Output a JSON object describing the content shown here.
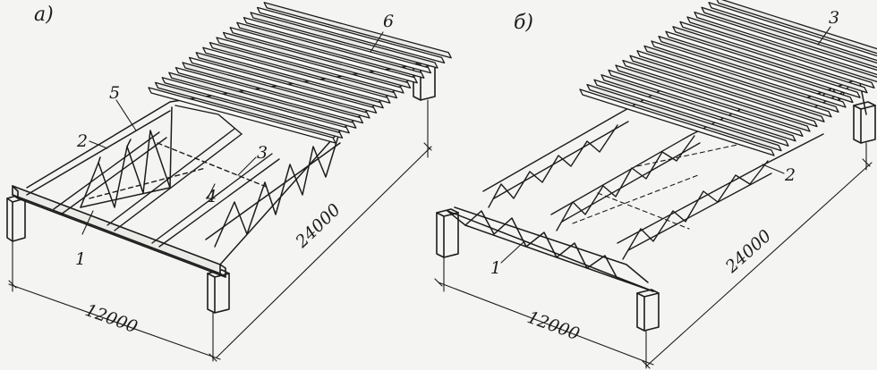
{
  "panel_a": {
    "letter": "а)",
    "callouts": {
      "c1": "1",
      "c2": "2",
      "c3": "3",
      "c4": "4",
      "c5": "5",
      "c6": "6"
    },
    "dim_width": "12000",
    "dim_length": "24000"
  },
  "panel_b": {
    "letter": "б)",
    "callouts": {
      "c1": "1",
      "c2": "2",
      "c3": "3"
    },
    "dim_width": "12000",
    "dim_length": "24000"
  }
}
